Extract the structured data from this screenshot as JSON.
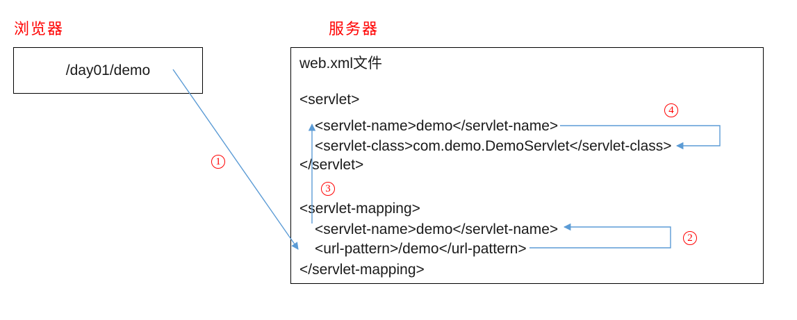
{
  "labels": {
    "browser": "浏览器",
    "server": "服务器"
  },
  "browser": {
    "request_url": "/day01/demo"
  },
  "server": {
    "file_title": "web.xml文件",
    "xml_lines": [
      "<servlet>",
      "<servlet-name>demo</servlet-name>",
      "<servlet-class>com.demo.DemoServlet</servlet-class>",
      "</servlet>",
      "<servlet-mapping>",
      "<servlet-name>demo</servlet-name>",
      "<url-pattern>/demo</url-pattern>",
      "</servlet-mapping>"
    ]
  },
  "steps": [
    {
      "digit": "1"
    },
    {
      "digit": "2"
    },
    {
      "digit": "3"
    },
    {
      "digit": "4"
    }
  ],
  "colors": {
    "arrow_blue": "#5b9bd5",
    "accent_red": "#ff0000",
    "box_border": "#000000",
    "background": "#ffffff",
    "text": "#1a1a1a"
  }
}
